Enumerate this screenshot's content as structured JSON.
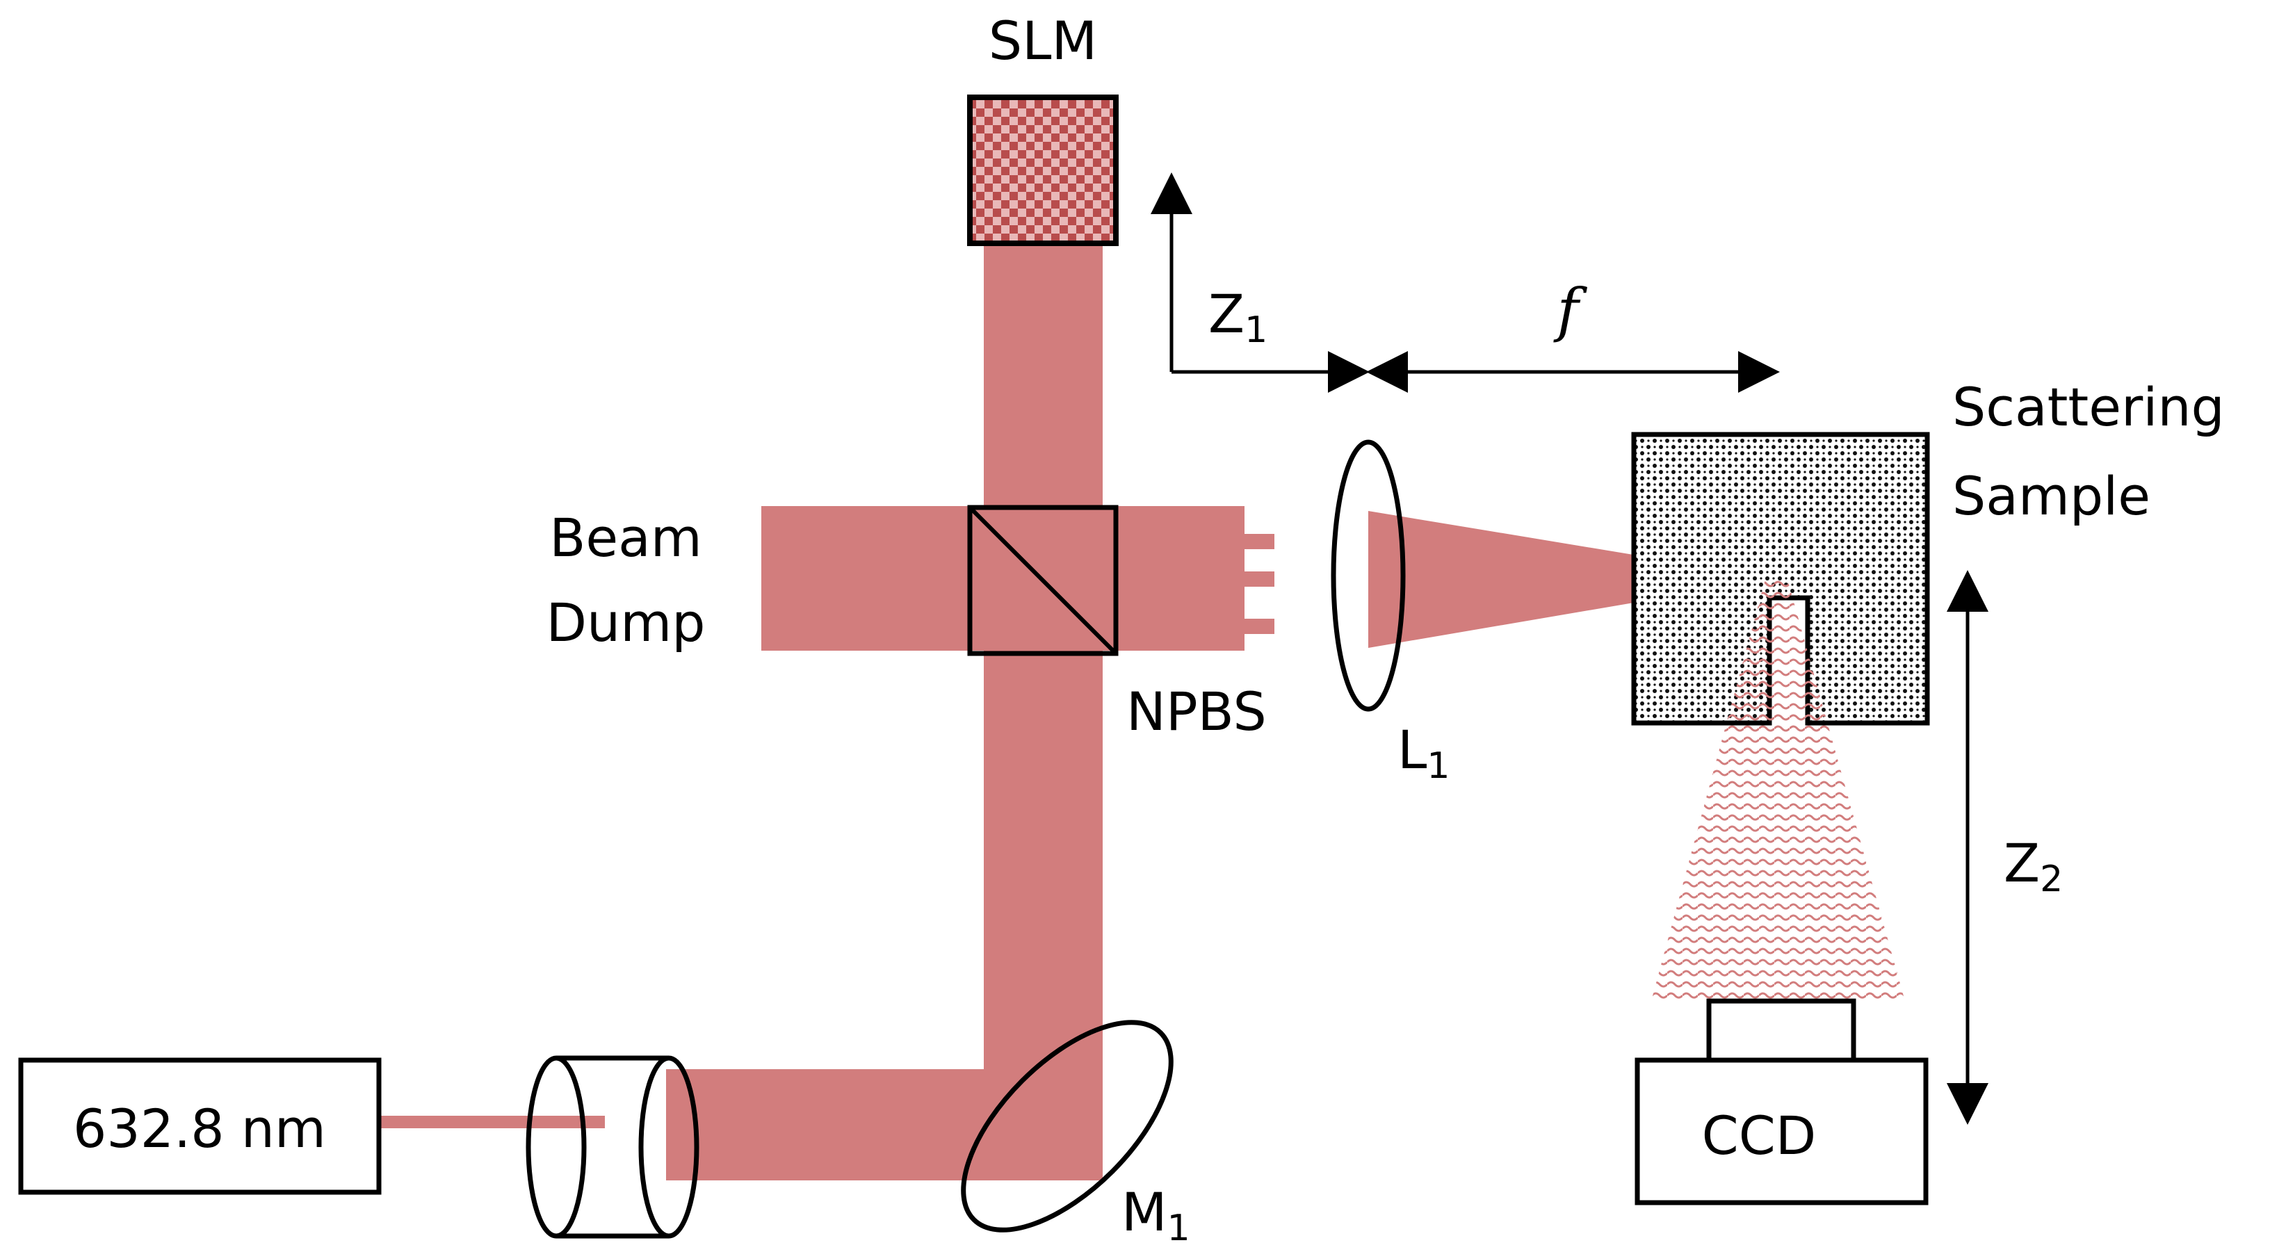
{
  "labels": {
    "slm": "SLM",
    "z1_main": "Z",
    "z1_sub": "1",
    "focal": "f",
    "scattering_line1": "Scattering",
    "scattering_line2": "Sample",
    "beam_dump_line1": "Beam",
    "beam_dump_line2": "Dump",
    "npbs": "NPBS",
    "l1_main": "L",
    "l1_sub": "1",
    "z2_main": "Z",
    "z2_sub": "2",
    "laser": "632.8 nm",
    "ccd": "CCD",
    "m1_main": "M",
    "m1_sub": "1"
  },
  "colors": {
    "beam": "#d27d7d",
    "outline": "#000000",
    "background": "#ffffff"
  }
}
